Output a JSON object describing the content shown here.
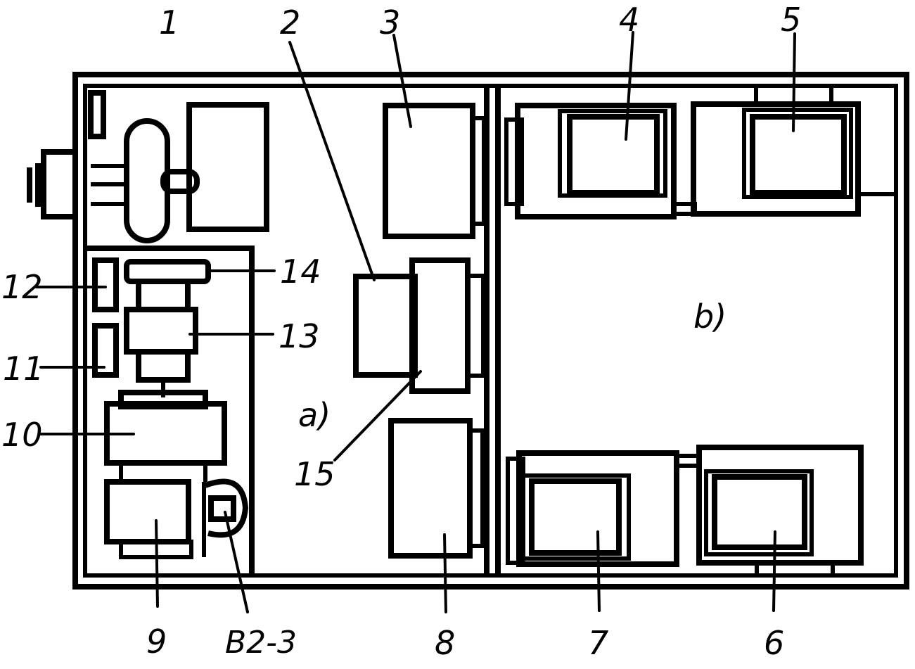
{
  "labels": {
    "n1": "1",
    "n2": "2",
    "n3": "3",
    "n4": "4",
    "n5": "5",
    "n6": "6",
    "n7": "7",
    "n8": "8",
    "n9": "9",
    "n10": "10",
    "n11": "11",
    "n12": "12",
    "n13": "13",
    "n14": "14",
    "n15": "15",
    "part": "B2-3",
    "section_a": "a)",
    "section_b": "b)"
  }
}
